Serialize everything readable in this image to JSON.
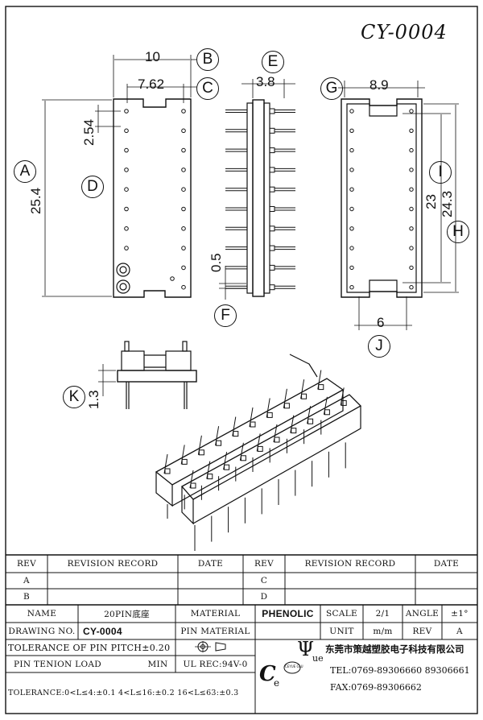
{
  "drawing": {
    "code": "CY-0004",
    "dims": {
      "width": "10",
      "pitch_row": "7.62",
      "pitch_pin": "2.54",
      "length": "25.4",
      "thickness": "3.8",
      "pin_dia": "0.5",
      "inner_w": "8.9",
      "slot_len": "23",
      "inner_len": "24.3",
      "slot_w": "6",
      "standoff": "1.3"
    },
    "callouts": [
      "A",
      "B",
      "C",
      "D",
      "E",
      "F",
      "G",
      "H",
      "I",
      "J",
      "K"
    ]
  },
  "revision": {
    "headers": [
      "REV",
      "REVISION RECORD",
      "DATE",
      "REV",
      "REVISION RECORD",
      "DATE"
    ],
    "rows": [
      [
        "A",
        "",
        "",
        "C",
        "",
        ""
      ],
      [
        "B",
        "",
        "",
        "D",
        "",
        ""
      ]
    ]
  },
  "titleblock": {
    "name_label": "NAME",
    "name_value": "20PIN底座",
    "material_label": "MATERIAL",
    "material_value": "PHENOLIC",
    "scale_label": "SCALE",
    "scale_value": "2/1",
    "angle_label": "ANGLE",
    "angle_value": "±1°",
    "drawing_no_label": "DRAWING NO.",
    "drawing_no_value": "CY-0004",
    "pin_material_label": "PIN MATERIAL",
    "unit_label": "UNIT",
    "unit_value": "m/m",
    "rev_label": "REV",
    "rev_value": "A",
    "tolerance_pitch": "TOLERANCE OF PIN PITCH±0.20",
    "tenion_label": "PIN TENION LOAD",
    "tenion_min": "MIN",
    "ul_rec": "UL REC:94V-0",
    "company": "东莞市策越塑胶电子科技有限公司",
    "tel": "TEL:0769-89306660 89306661",
    "fax": "FAX:0769-89306662",
    "tolerance_general": "TOLERANCE:0<L≤4:±0.1  4<L≤16:±0.2  16<L≤63:±0.3",
    "logo_letters": {
      "c": "C",
      "e": "e",
      "u": "ue",
      "psi": "Ψ",
      "ring": "CEYUE GLU"
    }
  }
}
